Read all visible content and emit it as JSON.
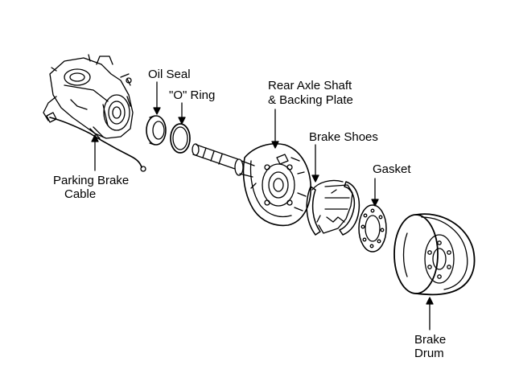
{
  "colors": {
    "ink": "#000000",
    "paper": "#ffffff"
  },
  "labels": {
    "oil_seal": "Oil Seal",
    "o_ring": "\"O\" Ring",
    "rear_axle_line1": "Rear Axle Shaft",
    "rear_axle_line2": "& Backing Plate",
    "brake_shoes": "Brake Shoes",
    "gasket": "Gasket",
    "parking_brake_line1": "Parking Brake",
    "parking_brake_line2": "Cable",
    "brake_drum_line1": "Brake",
    "brake_drum_line2": "Drum"
  }
}
